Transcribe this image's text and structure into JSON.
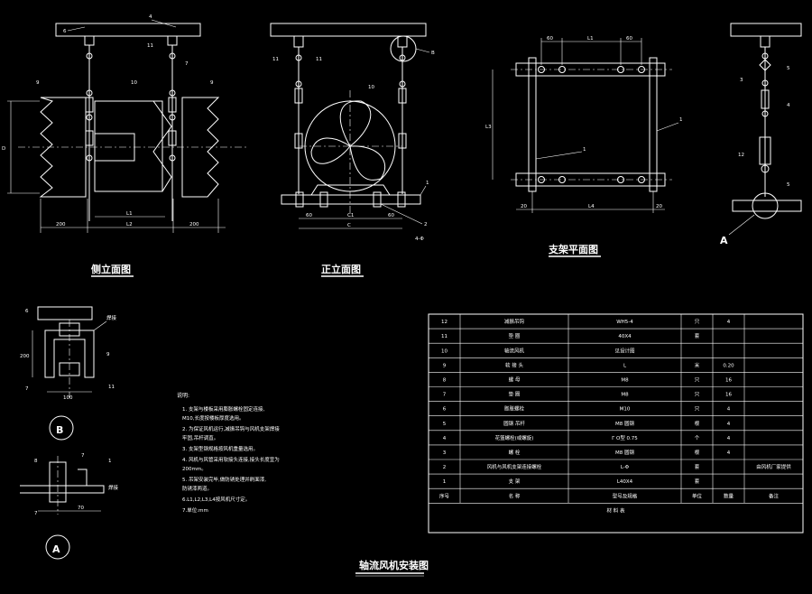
{
  "views": {
    "side": {
      "title": "侧立面图",
      "dims": {
        "left": "200",
        "l1": "L1",
        "l2": "L2",
        "right": "200",
        "d": "D"
      }
    },
    "front": {
      "title": "正立面图",
      "dims": {
        "a": "60",
        "c1": "C1",
        "c": "C",
        "b": "60",
        "hole": "4-Φ"
      }
    },
    "plan": {
      "title": "支架平面图",
      "dims": {
        "top_a": "60",
        "top_l": "L1",
        "top_b": "60",
        "left": "20",
        "bottom": "L4",
        "right": "20",
        "side": "L3"
      }
    },
    "detail_a": {
      "label": "A",
      "dims": {
        "w": "70"
      }
    },
    "detail_b": {
      "label": "B",
      "dims": {
        "h": "200",
        "w": "100"
      },
      "note": "焊接"
    }
  },
  "callouts": [
    "1",
    "2",
    "3",
    "4",
    "5",
    "6",
    "7",
    "8",
    "9",
    "10",
    "11",
    "12",
    "A",
    "B"
  ],
  "notes": {
    "heading": "说明:",
    "items": [
      "1. 支架与楼板采用膨胀螺栓固定连接,",
      "    M10,长度按楼板厚度选用。",
      "2. 为保证风机运行,减振吊钩与风机支架焊接",
      "    牢固,吊杆调直。",
      "3. 支架型钢规格按风机重量选用。",
      "4. 风机与风管采用软接头连接,接头长度宜为",
      "    200mm。",
      "5. 吊架安装完毕,做防锈处理并刷面漆,",
      "    防锈漆两道。",
      "6.L1,L2,L3,L4按风机尺寸定。",
      "7.单位:mm"
    ]
  },
  "table": {
    "header": [
      "序号",
      "名 称",
      "型号及规格",
      "单位",
      "数量",
      "备注"
    ],
    "footer": "材 料 表",
    "rows": [
      [
        "12",
        "减振吊钩",
        "WH5-4",
        "只",
        "4",
        ""
      ],
      [
        "11",
        "垫 圈",
        "40X4",
        "套",
        "",
        ""
      ],
      [
        "10",
        "轴流风机",
        "见设计图",
        "",
        "",
        ""
      ],
      [
        "9",
        "软 接 头",
        "L",
        "米",
        "0.20",
        ""
      ],
      [
        "8",
        "螺 母",
        "M8",
        "只",
        "16",
        ""
      ],
      [
        "7",
        "垫 圈",
        "M8",
        "只",
        "16",
        ""
      ],
      [
        "6",
        "膨胀螺栓",
        "M10",
        "只",
        "4",
        ""
      ],
      [
        "5",
        "圆钢 吊杆",
        "M8 圆钢",
        "根",
        "4",
        ""
      ],
      [
        "4",
        "花篮螺栓(或螺旋)",
        "Γ Ο型 0.75",
        "个",
        "4",
        ""
      ],
      [
        "3",
        "螺 栓",
        "M8 圆钢",
        "根",
        "4",
        ""
      ],
      [
        "2",
        "风机与风机支架连接螺栓",
        "L-Φ",
        "套",
        "",
        "由风机厂家提供"
      ],
      [
        "1",
        "支 架",
        "L40X4",
        "套",
        "",
        ""
      ]
    ]
  },
  "drawing_title": "轴流风机安装图"
}
